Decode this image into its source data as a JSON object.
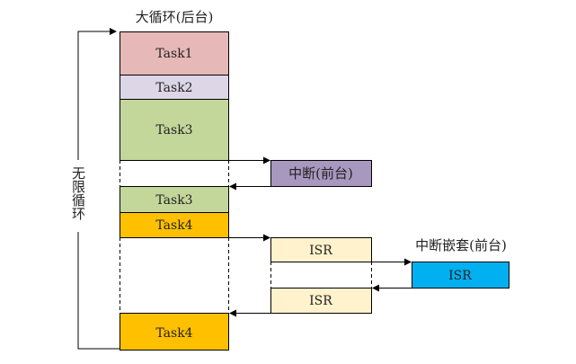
{
  "title": "大循环(后台)",
  "loop_label": "无限循环",
  "nested_label": "中断嵌套(前台)",
  "blocks": {
    "task1": {
      "label": "Task1",
      "color": "#e6b8b7"
    },
    "task2": {
      "label": "Task2",
      "color": "#dcd6e6"
    },
    "task3a": {
      "label": "Task3",
      "color": "#c4d79b"
    },
    "interrupt": {
      "label": "中断(前台)",
      "color": "#a898bf"
    },
    "task3b": {
      "label": "Task3",
      "color": "#c4d79b"
    },
    "task4a": {
      "label": "Task4",
      "color": "#ffc000"
    },
    "isr1": {
      "label": "ISR",
      "color": "#fff2cc"
    },
    "isr_nested": {
      "label": "ISR",
      "color": "#00b0f0"
    },
    "isr2": {
      "label": "ISR",
      "color": "#fff2cc"
    },
    "task4b": {
      "label": "Task4",
      "color": "#ffc000"
    }
  }
}
